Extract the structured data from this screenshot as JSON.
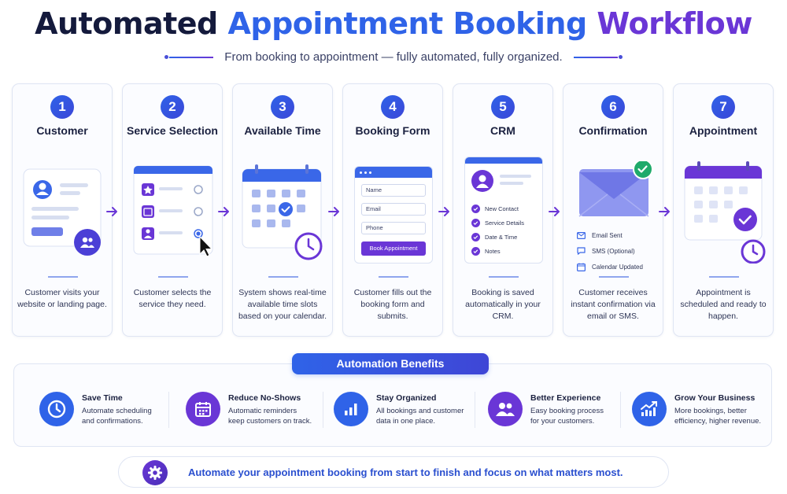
{
  "header": {
    "title_part1": "Automated",
    "title_part2": "Appointment Booking",
    "title_part3": "Workflow",
    "subtitle": "From booking to appointment — fully automated, fully organized."
  },
  "steps": [
    {
      "num": "1",
      "title": "Customer",
      "desc": "Customer visits your website or landing page."
    },
    {
      "num": "2",
      "title": "Service Selection",
      "desc": "Customer selects the service they need."
    },
    {
      "num": "3",
      "title": "Available Time",
      "desc": "System shows real-time available time slots based on your calendar."
    },
    {
      "num": "4",
      "title": "Booking Form",
      "desc": "Customer fills out the booking form and submits."
    },
    {
      "num": "5",
      "title": "CRM",
      "desc": "Booking is saved automatically in your CRM."
    },
    {
      "num": "6",
      "title": "Confirmation",
      "desc": "Customer receives instant confirmation via email or SMS."
    },
    {
      "num": "7",
      "title": "Appointment",
      "desc": "Appointment is scheduled and ready to happen."
    }
  ],
  "form": {
    "field_name": "Name",
    "field_email": "Email",
    "field_phone": "Phone",
    "submit_label": "Book Appointment"
  },
  "crm": {
    "items": [
      "New Contact",
      "Service Details",
      "Date & Time",
      "Notes"
    ]
  },
  "confirmation": {
    "items": [
      "Email Sent",
      "SMS (Optional)",
      "Calendar Updated"
    ]
  },
  "benefits": {
    "heading": "Automation Benefits",
    "items": [
      {
        "title": "Save Time",
        "desc1": "Automate scheduling",
        "desc2": "and confirmations.",
        "icon": "clock-icon"
      },
      {
        "title": "Reduce No-Shows",
        "desc1": "Automatic reminders",
        "desc2": "keep customers on track.",
        "icon": "calendar-icon"
      },
      {
        "title": "Stay Organized",
        "desc1": "All bookings and customer",
        "desc2": "data in one place.",
        "icon": "bar-chart-icon"
      },
      {
        "title": "Better Experience",
        "desc1": "Easy booking process",
        "desc2": "for your customers.",
        "icon": "users-icon"
      },
      {
        "title": "Grow Your Business",
        "desc1": "More bookings, better",
        "desc2": "efficiency, higher revenue.",
        "icon": "growth-chart-icon"
      }
    ]
  },
  "footer": {
    "text": "Automate your appointment booking from start to finish and focus on what matters most."
  },
  "colors": {
    "blue": "#2f63e8",
    "purple": "#6a36d6",
    "navy": "#141a3c",
    "green": "#1faa6b"
  }
}
